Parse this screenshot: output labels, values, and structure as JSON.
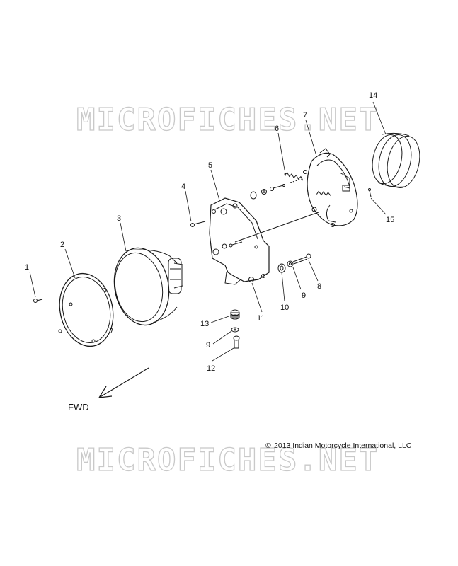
{
  "watermark": {
    "text": "MICROFICHES.NET"
  },
  "direction_label": "FWD",
  "copyright": {
    "symbol": "©",
    "text": "2013 Indian Motorcycle International, LLC"
  },
  "callouts": {
    "c1": "1",
    "c2": "2",
    "c3": "3",
    "c4": "4",
    "c5": "5",
    "c6": "6",
    "c7": "7",
    "c8": "8",
    "c9a": "9",
    "c9b": "9",
    "c10": "10",
    "c11": "11",
    "c12": "12",
    "c13": "13",
    "c14": "14",
    "c15": "15"
  },
  "colors": {
    "line": "#1a1a1a",
    "watermark_outline": "#c9c9c9"
  }
}
